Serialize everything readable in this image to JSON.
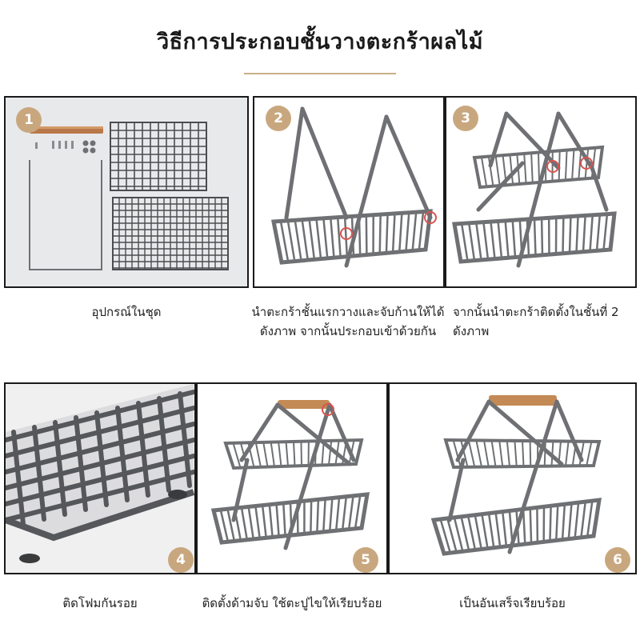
{
  "title": "วิธีการประกอบชั้นวางตะกร้าผลไม้",
  "colors": {
    "accent": "#c9a77e",
    "rule": "#c9b089",
    "frame": "#6e7073",
    "wood": "#c48a55",
    "mark": "#d9534f"
  },
  "steps": [
    {
      "number": "1",
      "caption": "อุปกรณ์ในชุด"
    },
    {
      "number": "2",
      "caption_line1": "นำตะกร้าชั้นแรกวางและจับก้านให้ได้",
      "caption_line2": "ดังภาพ จากนั้นประกอบเข้าด้วยกัน"
    },
    {
      "number": "3",
      "caption_line1": "จากนั้นนำตะกร้าติดตั้งในชั้นที่ 2",
      "caption_line2": "ดังภาพ"
    },
    {
      "number": "4",
      "caption": "ติดโฟมกันรอย"
    },
    {
      "number": "5",
      "caption": "ติดตั้งด้ามจับ ใช้ตะปูไขให้เรียบร้อย"
    },
    {
      "number": "6",
      "caption": "เป็นอันเสร็จเรียบร้อย"
    }
  ]
}
